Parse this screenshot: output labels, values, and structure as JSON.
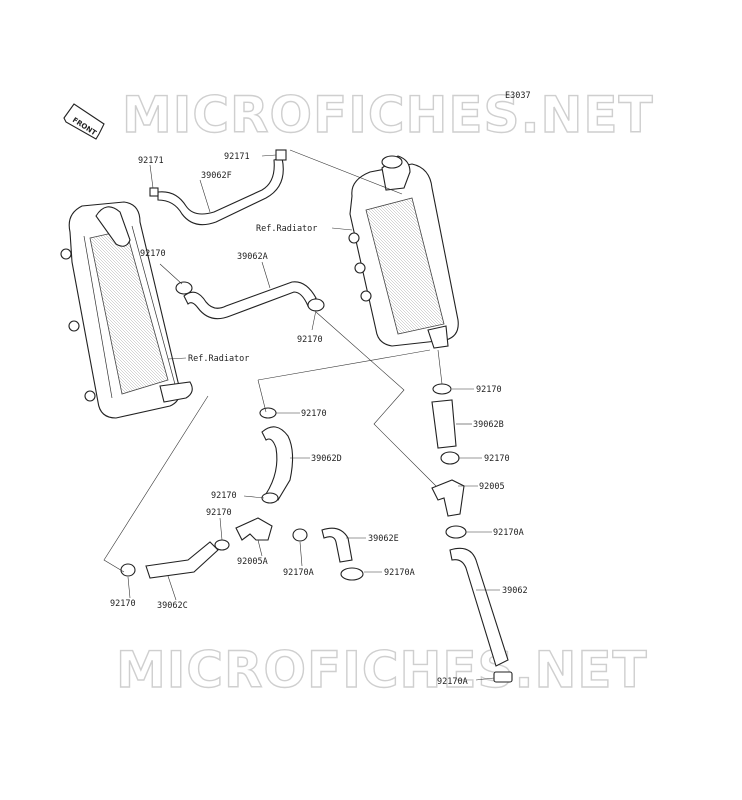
{
  "diagram_code": "E3037",
  "watermark": "MICROFICHES.NET",
  "front_label": "FRONT",
  "labels": {
    "p92171_a": "92171",
    "p92171_b": "92171",
    "p39062f": "39062F",
    "ref_radiator_right": "Ref.Radiator",
    "p92170_a": "92170",
    "p39062a": "39062A",
    "p92170_b": "92170",
    "ref_radiator_left": "Ref.Radiator",
    "p92170_c": "92170",
    "p92170_d": "92170",
    "p39062b": "39062B",
    "p92170_e": "92170",
    "p39062d": "39062D",
    "p92005": "92005",
    "p92170_f": "92170",
    "p92170_g": "92170",
    "p92170a_a": "92170A",
    "p39062e": "39062E",
    "p92005a": "92005A",
    "p92170a_b": "92170A",
    "p92170a_c": "92170A",
    "p39062": "39062",
    "p92170_h": "92170",
    "p39062c": "39062C",
    "p92170a_d": "92170A"
  }
}
